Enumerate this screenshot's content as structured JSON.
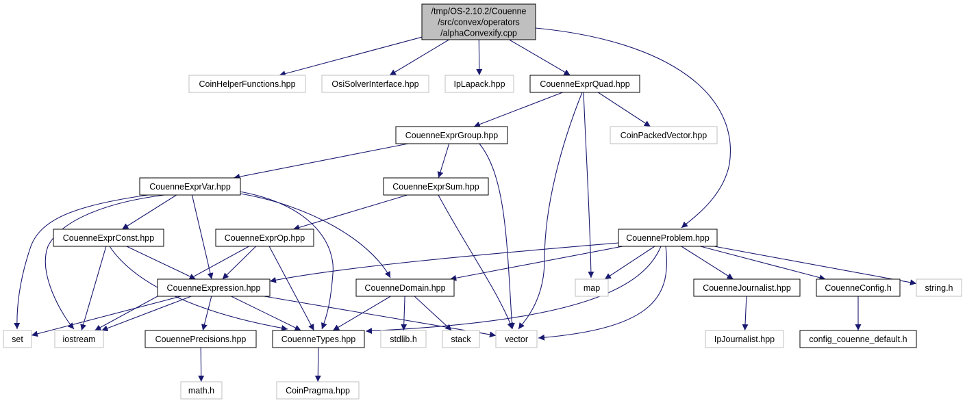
{
  "colors": {
    "edge": "#191970",
    "root_fill": "#bfbfbf",
    "root_border": "#000000",
    "local_border": "#000000",
    "external_border": "#bfbfbf",
    "node_fill": "#ffffff"
  },
  "nodes": [
    {
      "id": "root",
      "kind": "root",
      "lines": [
        "/tmp/OS-2.10.2/Couenne",
        "/src/convex/operators",
        "/alphaConvexify.cpp"
      ]
    },
    {
      "id": "coinhelper",
      "kind": "external",
      "lines": [
        "CoinHelperFunctions.hpp"
      ]
    },
    {
      "id": "osisolver",
      "kind": "external",
      "lines": [
        "OsiSolverInterface.hpp"
      ]
    },
    {
      "id": "iplapack",
      "kind": "external",
      "lines": [
        "IpLapack.hpp"
      ]
    },
    {
      "id": "exprquad",
      "kind": "local",
      "lines": [
        "CouenneExprQuad.hpp"
      ]
    },
    {
      "id": "exprgroup",
      "kind": "local",
      "lines": [
        "CouenneExprGroup.hpp"
      ]
    },
    {
      "id": "coinpacked",
      "kind": "external",
      "lines": [
        "CoinPackedVector.hpp"
      ]
    },
    {
      "id": "exprvar",
      "kind": "local",
      "lines": [
        "CouenneExprVar.hpp"
      ]
    },
    {
      "id": "exprsum",
      "kind": "local",
      "lines": [
        "CouenneExprSum.hpp"
      ]
    },
    {
      "id": "exprconst",
      "kind": "local",
      "lines": [
        "CouenneExprConst.hpp"
      ]
    },
    {
      "id": "exprop",
      "kind": "local",
      "lines": [
        "CouenneExprOp.hpp"
      ]
    },
    {
      "id": "problem",
      "kind": "local",
      "lines": [
        "CouenneProblem.hpp"
      ]
    },
    {
      "id": "expression",
      "kind": "local",
      "lines": [
        "CouenneExpression.hpp"
      ]
    },
    {
      "id": "domain",
      "kind": "local",
      "lines": [
        "CouenneDomain.hpp"
      ]
    },
    {
      "id": "map",
      "kind": "external",
      "lines": [
        "map"
      ]
    },
    {
      "id": "journalist",
      "kind": "local",
      "lines": [
        "CouenneJournalist.hpp"
      ]
    },
    {
      "id": "config",
      "kind": "local",
      "lines": [
        "CouenneConfig.h"
      ]
    },
    {
      "id": "stringh",
      "kind": "external",
      "lines": [
        "string.h"
      ]
    },
    {
      "id": "set",
      "kind": "external",
      "lines": [
        "set"
      ]
    },
    {
      "id": "iostream",
      "kind": "external",
      "lines": [
        "iostream"
      ]
    },
    {
      "id": "precisions",
      "kind": "local",
      "lines": [
        "CouennePrecisions.hpp"
      ]
    },
    {
      "id": "types",
      "kind": "local",
      "lines": [
        "CouenneTypes.hpp"
      ]
    },
    {
      "id": "stdlib",
      "kind": "external",
      "lines": [
        "stdlib.h"
      ]
    },
    {
      "id": "stack",
      "kind": "external",
      "lines": [
        "stack"
      ]
    },
    {
      "id": "vector",
      "kind": "external",
      "lines": [
        "vector"
      ]
    },
    {
      "id": "ipjournalist",
      "kind": "external",
      "lines": [
        "IpJournalist.hpp"
      ]
    },
    {
      "id": "configdefault",
      "kind": "local",
      "lines": [
        "config_couenne_default.h"
      ]
    },
    {
      "id": "mathh",
      "kind": "external",
      "lines": [
        "math.h"
      ]
    },
    {
      "id": "coinpragma",
      "kind": "external",
      "lines": [
        "CoinPragma.hpp"
      ]
    }
  ],
  "edges": [
    [
      "root",
      "coinhelper"
    ],
    [
      "root",
      "osisolver"
    ],
    [
      "root",
      "iplapack"
    ],
    [
      "root",
      "exprquad"
    ],
    [
      "root",
      "problem"
    ],
    [
      "exprquad",
      "exprgroup"
    ],
    [
      "exprquad",
      "coinpacked"
    ],
    [
      "exprquad",
      "map"
    ],
    [
      "exprquad",
      "vector"
    ],
    [
      "exprgroup",
      "exprvar"
    ],
    [
      "exprgroup",
      "exprsum"
    ],
    [
      "exprgroup",
      "vector"
    ],
    [
      "exprvar",
      "exprconst"
    ],
    [
      "exprvar",
      "expression"
    ],
    [
      "exprvar",
      "domain"
    ],
    [
      "exprvar",
      "types"
    ],
    [
      "exprvar",
      "set"
    ],
    [
      "exprvar",
      "iostream"
    ],
    [
      "exprsum",
      "exprop"
    ],
    [
      "exprsum",
      "vector"
    ],
    [
      "exprconst",
      "expression"
    ],
    [
      "exprconst",
      "types"
    ],
    [
      "exprconst",
      "iostream"
    ],
    [
      "exprop",
      "expression"
    ],
    [
      "exprop",
      "types"
    ],
    [
      "exprop",
      "iostream"
    ],
    [
      "problem",
      "expression"
    ],
    [
      "problem",
      "domain"
    ],
    [
      "problem",
      "map"
    ],
    [
      "problem",
      "journalist"
    ],
    [
      "problem",
      "config"
    ],
    [
      "problem",
      "stringh"
    ],
    [
      "problem",
      "types"
    ],
    [
      "problem",
      "vector"
    ],
    [
      "expression",
      "set"
    ],
    [
      "expression",
      "iostream"
    ],
    [
      "expression",
      "precisions"
    ],
    [
      "expression",
      "types"
    ],
    [
      "expression",
      "vector"
    ],
    [
      "domain",
      "types"
    ],
    [
      "domain",
      "stdlib"
    ],
    [
      "domain",
      "stack"
    ],
    [
      "journalist",
      "ipjournalist"
    ],
    [
      "config",
      "configdefault"
    ],
    [
      "precisions",
      "mathh"
    ],
    [
      "types",
      "coinpragma"
    ]
  ]
}
